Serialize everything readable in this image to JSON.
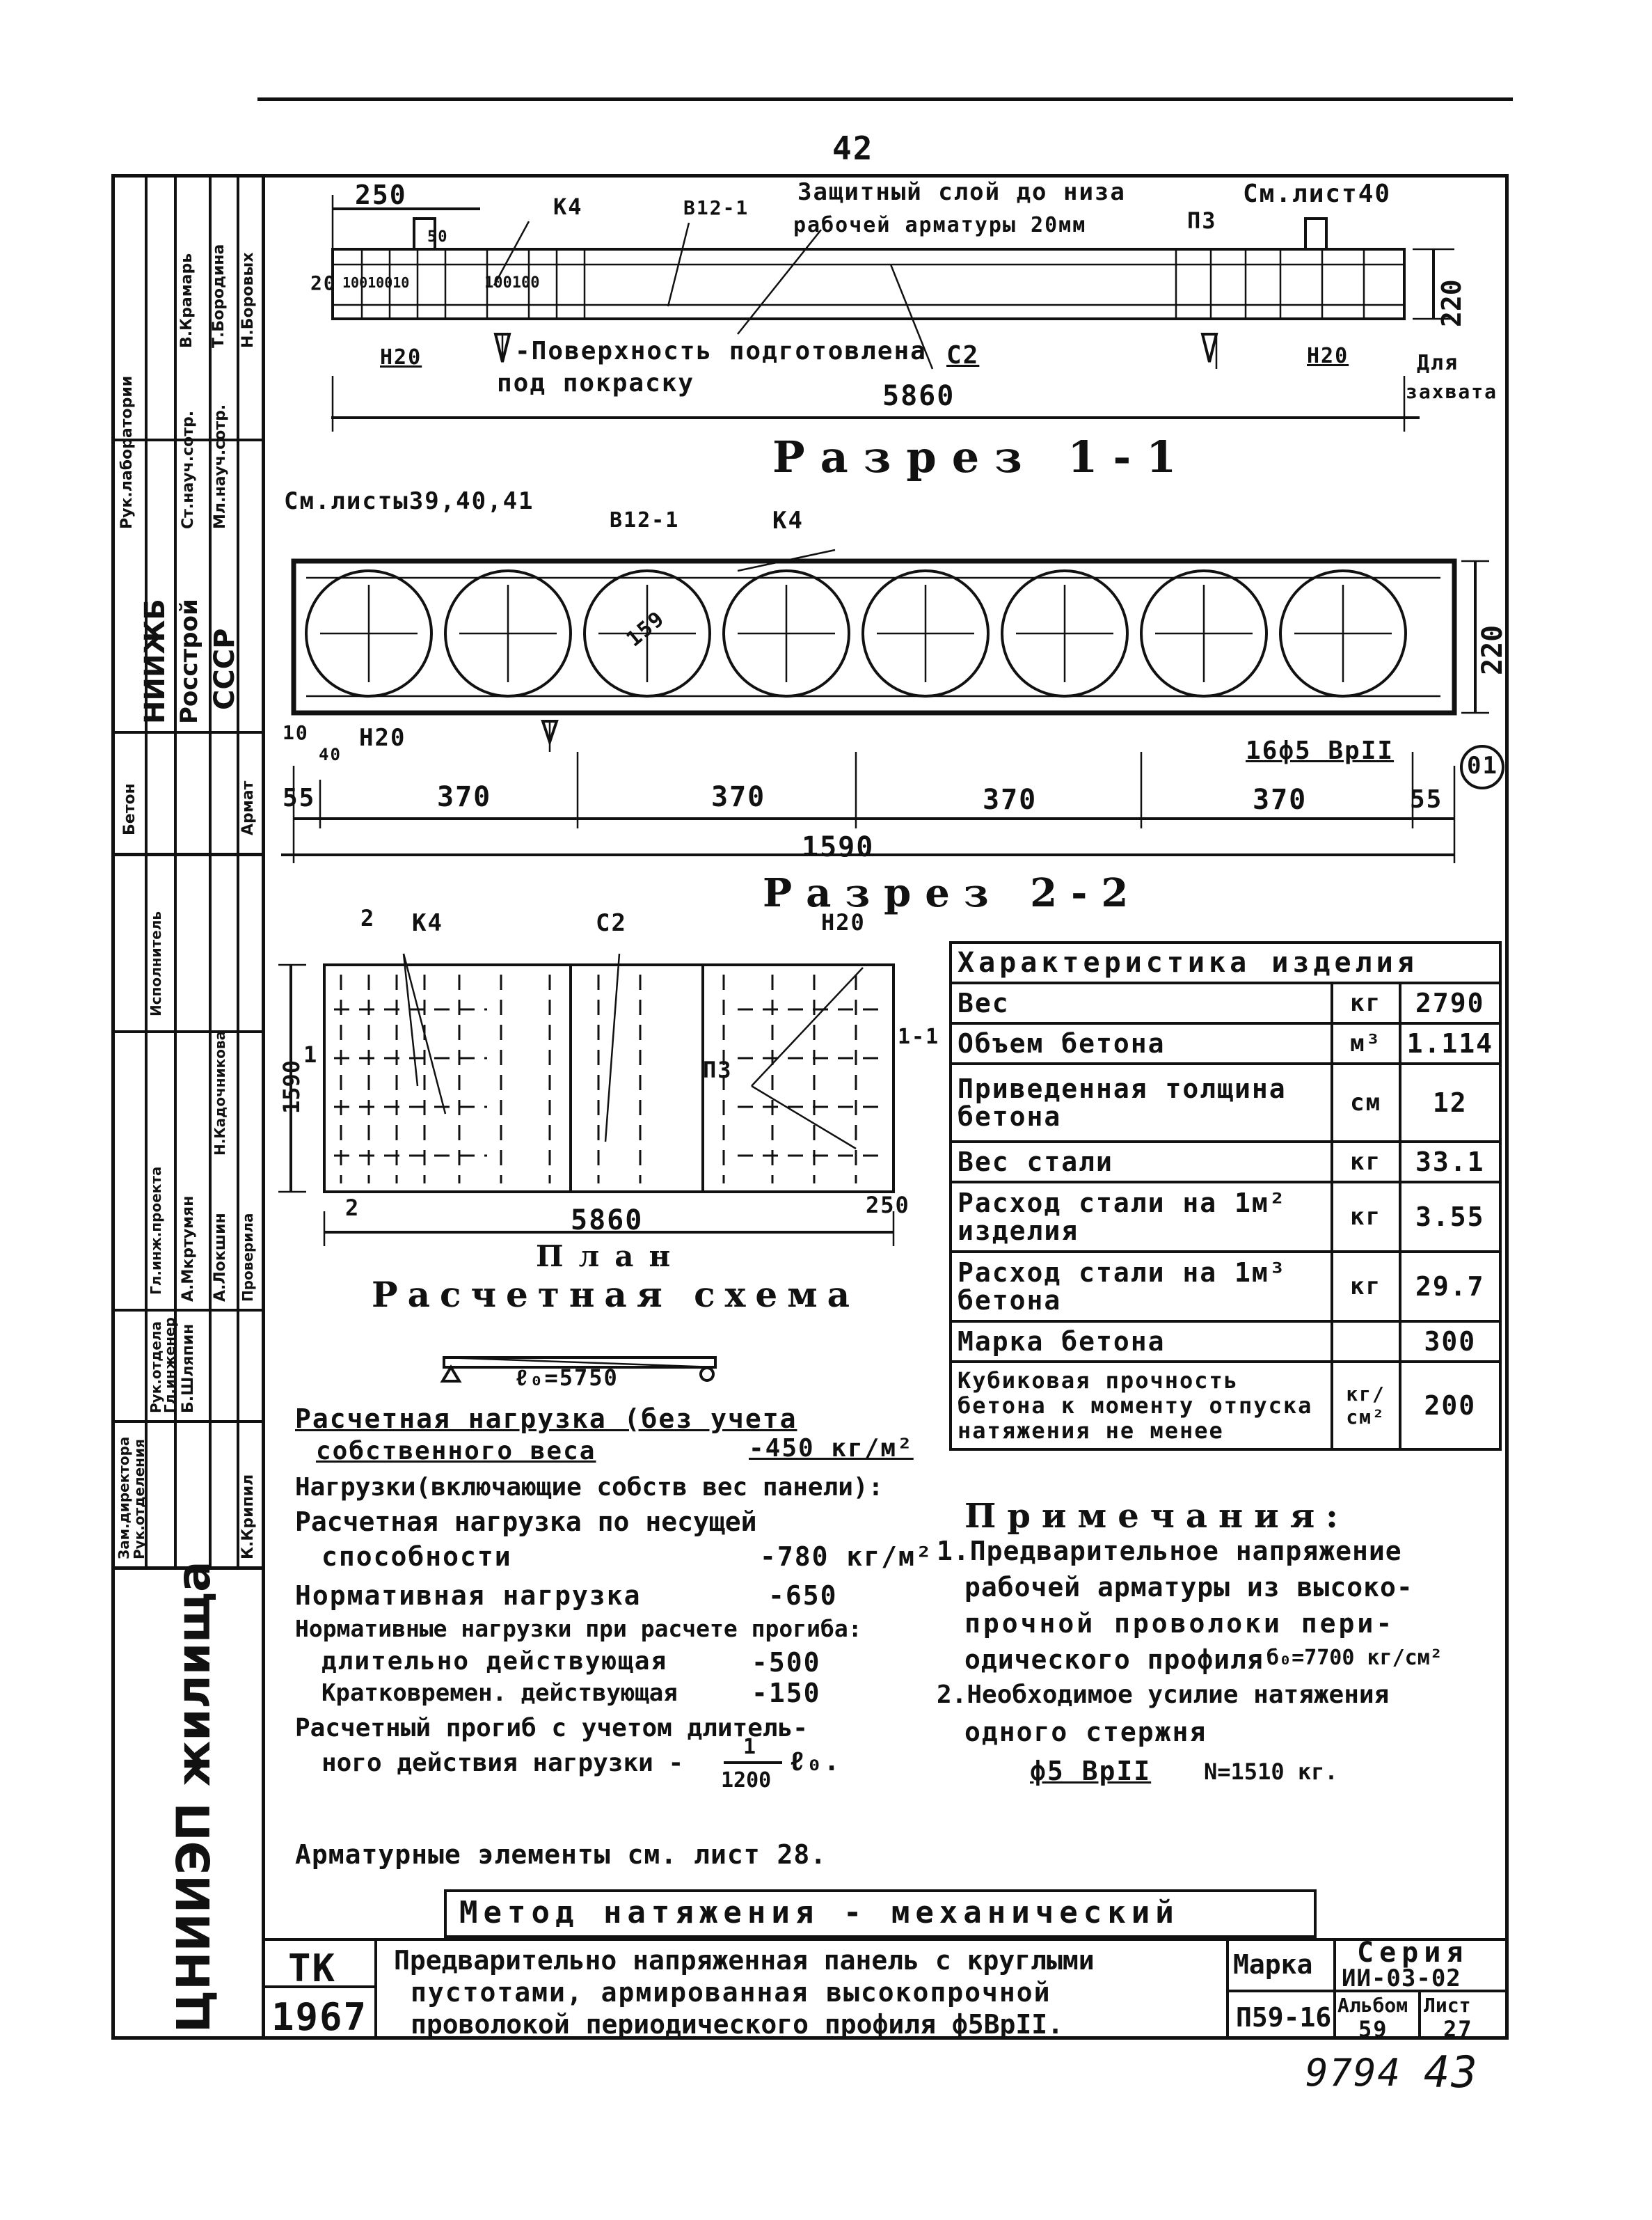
{
  "page_number": "42",
  "top_view": {
    "dim_left": "250",
    "label_k4": "К4",
    "label_v12": "В12-1",
    "cover_note_line1": "Защитный слой до низа",
    "cover_note_line2": "рабочей арматуры 20мм",
    "ref_sheet": "См.лист40",
    "label_p3": "П3",
    "small_dims": [
      "20",
      "10010010",
      "100100"
    ],
    "dim_50": "50",
    "height": "220",
    "label_n20_left": "Н20",
    "label_n20_right": "Н20",
    "surface_note_line1": "-Поверхность подготовлена",
    "surface_note_line2": "под покраску",
    "label_c2": "С2",
    "length": "5860",
    "grip_note_line1": "Для",
    "grip_note_line2": "захвата"
  },
  "section_1": {
    "title": "Разрез 1-1",
    "ref_sheets": "См.листы39,40,41",
    "label_v12": "В12-1",
    "label_k4": "К4",
    "hole_dia": "159",
    "height": "220",
    "dim_10": "10",
    "dim_40": "40",
    "label_n20": "Н20",
    "rebar": "16ф5 ВрII",
    "marker": "01",
    "dims": [
      "55",
      "370",
      "370",
      "370",
      "370",
      "55"
    ],
    "width": "1590"
  },
  "section_2": {
    "title": "Разрез 2-2"
  },
  "plan": {
    "label_2_top": "2",
    "label_k4": "К4",
    "label_c2": "С2",
    "label_n20": "Н20",
    "label_p3": "П3",
    "cut_left": "1",
    "cut_right": "1-1",
    "width": "1590",
    "label_2_bottom": "2",
    "length": "5860",
    "dim_right": "250",
    "title": "План"
  },
  "calc_scheme": {
    "title": "Расчетная схема",
    "span": "ℓ₀=5750"
  },
  "characteristics": {
    "title": "Характеристика изделия",
    "rows": [
      {
        "name": "Вес",
        "unit": "кг",
        "value": "2790"
      },
      {
        "name": "Объем бетона",
        "unit": "м³",
        "value": "1.114"
      },
      {
        "name": "Приведенная толщина бетона",
        "unit": "см",
        "value": "12"
      },
      {
        "name": "Вес стали",
        "unit": "кг",
        "value": "33.1"
      },
      {
        "name": "Расход стали на 1м² изделия",
        "unit": "кг",
        "value": "3.55"
      },
      {
        "name": "Расход стали на 1м³ бетона",
        "unit": "кг",
        "value": "29.7"
      },
      {
        "name": "Марка бетона",
        "unit": "",
        "value": "300"
      },
      {
        "name": "Кубиковая прочность бетона к моменту отпуска натяжения не менее",
        "unit": "кг/см²",
        "value": "200"
      }
    ]
  },
  "loads": {
    "calc_load_line1": "Расчетная нагрузка (без учета",
    "calc_load_line2": "собственного веса",
    "calc_load_value": "-450 кг/м²",
    "header": "Нагрузки(включающие собств вес панели):",
    "bearing_line1": "Расчетная нагрузка по несущей",
    "bearing_line2": "способности",
    "bearing_value": "-780 кг/м²",
    "normative": "Нормативная нагрузка",
    "normative_value": "-650",
    "deflection_header": "Нормативные нагрузки при расчете прогиба:",
    "long_term": "длительно действующая",
    "long_term_value": "-500",
    "short_term": "Кратковремен. действующая",
    "short_term_value": "-150",
    "deflection_line1": "Расчетный прогиб с учетом длитель-",
    "deflection_line2": "ного действия нагрузки -",
    "deflection_num": "1",
    "deflection_den": "1200",
    "deflection_unit": "ℓ₀.",
    "rebar_note": "Арматурные элементы см. лист 28."
  },
  "notes": {
    "title": "Примечания:",
    "n1_line1": "1.Предварительное напряжение",
    "n1_line2": "рабочей арматуры из высоко-",
    "n1_line3": "прочной проволоки пери-",
    "n1_line4": "одического профиля",
    "n1_value": "б₀=7700 кг/см²",
    "n2_line1": "2.Необходимое усилие натяжения",
    "n2_line2": "одного стержня",
    "n2_rod": "ф5 ВрII",
    "n2_force": "N=1510 кг."
  },
  "method": "Метод натяжения - механический",
  "title_block": {
    "org": "ЦНИИЭП жилища",
    "tk": "ТК",
    "year": "1967",
    "desc_line1": "Предварительно напряженная панель с круглыми",
    "desc_line2": "пустотами, армированная высокопрочной",
    "desc_line3": "проволокой периодического профиля ф5ВрII.",
    "mark_label": "Марка",
    "mark": "П59-16",
    "series_label": "Серия",
    "series": "ИИ-03-02",
    "album_label": "Альбом",
    "album": "59",
    "sheet_label": "Лист",
    "sheet": "27"
  },
  "side_stamp": {
    "org1": "НИИЖБ",
    "org2": "Росстрой",
    "org3": "СССР",
    "roles": [
      "Рук.лаборатории",
      "Ст.науч.сотр.",
      "Мл.науч.сотр.",
      "Бетон",
      "Армат"
    ],
    "names": [
      "В.Крамарь",
      "Т.Бородина",
      "Н.Боровых"
    ],
    "lower_roles": [
      "Зам.директора",
      "Рук.отделения",
      "Рук.отдела",
      "Гл.инженер",
      "Гл.инж.проекта",
      "Исполнитель",
      "Проверила"
    ],
    "lower_names": [
      "А.Мкртумян",
      "Б.Шляпин",
      "А.Локшин",
      "Н.Кадочникова",
      "К.Крипил"
    ]
  },
  "handwritten": {
    "number": "9794",
    "page": "43"
  }
}
